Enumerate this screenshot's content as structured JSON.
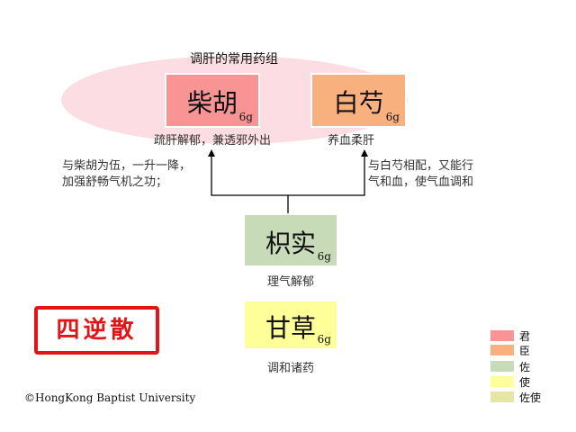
{
  "title": "调肝的常用药组",
  "herbs": [
    {
      "name": "柴胡",
      "dose": "6g",
      "caption": "疏肝解郁，兼透邪外出",
      "color": "#f89494"
    },
    {
      "name": "白芍",
      "dose": "6g",
      "caption": "养血柔肝",
      "color": "#f9b07f"
    },
    {
      "name": "枳实",
      "dose": "6g",
      "caption": "理气解郁",
      "color": "#c8dbb8"
    },
    {
      "name": "甘草",
      "dose": "6g",
      "caption": "调和诸药",
      "color": "#ffff99"
    }
  ],
  "notes": {
    "left": [
      "与柴胡为伍，一升一降，",
      "加强舒畅气机之功；"
    ],
    "right": [
      "与白芍相配，又能行",
      "气和血，使气血调和"
    ]
  },
  "seal": "四逆散",
  "copyright": "©HongKong Baptist University",
  "legend": [
    {
      "label": "君",
      "color": "#f89494"
    },
    {
      "label": "臣",
      "color": "#f9b07f"
    },
    {
      "label": "佐",
      "color": "#c8dbb8"
    },
    {
      "label": "使",
      "color": "#ffff99"
    },
    {
      "label": "佐使",
      "color": "#e6e6a4"
    }
  ]
}
